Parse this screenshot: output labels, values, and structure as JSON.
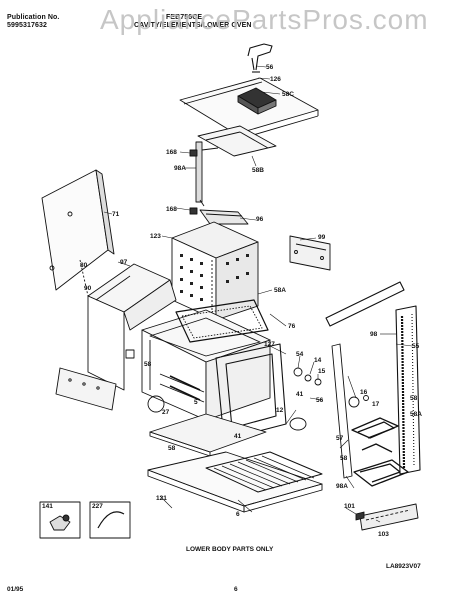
{
  "header": {
    "pub_label": "Publication No.",
    "pub_number": "5995317632",
    "model": "FEB756CE",
    "section_title": "CAVITY/ELEMENTS/LOWER OVEN"
  },
  "watermark": "AppliancePartsPros.com",
  "caption": "LOWER BODY PARTS ONLY",
  "drawing_code": "LA8923V07",
  "footer": {
    "date": "01/95",
    "page": "6"
  },
  "inset_boxes": [
    {
      "label": "141"
    },
    {
      "label": "227"
    }
  ],
  "callouts": [
    "56",
    "126",
    "58C",
    "168",
    "98A",
    "58B",
    "168",
    "96",
    "71",
    "123",
    "99",
    "97",
    "90",
    "80",
    "58A",
    "76",
    "98",
    "55",
    "127",
    "54",
    "14",
    "15",
    "41",
    "56",
    "12",
    "58",
    "16",
    "17",
    "58",
    "5",
    "27",
    "58",
    "41",
    "57",
    "58",
    "58A",
    "98A",
    "101",
    "103",
    "121",
    "6",
    "141",
    "227"
  ]
}
